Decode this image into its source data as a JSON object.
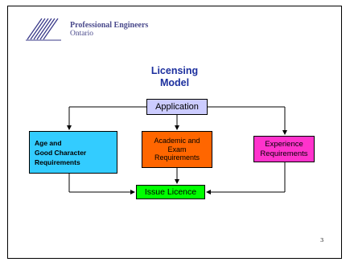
{
  "header": {
    "org_line1": "Professional Engineers",
    "org_line2": "Ontario"
  },
  "title": {
    "line1": "Licensing",
    "line2": "Model"
  },
  "nodes": {
    "application": "Application",
    "age": [
      "Age and",
      "Good Character",
      "Requirements"
    ],
    "academic": [
      "Academic and",
      "Exam",
      "Requirements"
    ],
    "experience": [
      "Experience",
      "Requirements"
    ],
    "issue": "Issue Licence"
  },
  "page_number": "3",
  "colors": {
    "title": "#1c2f9e",
    "application": "#ccccff",
    "age": "#33ccff",
    "academic": "#ff6600",
    "experience": "#ff33cc",
    "issue": "#00ff00"
  },
  "icons": [
    "professional-engineers-logo"
  ]
}
